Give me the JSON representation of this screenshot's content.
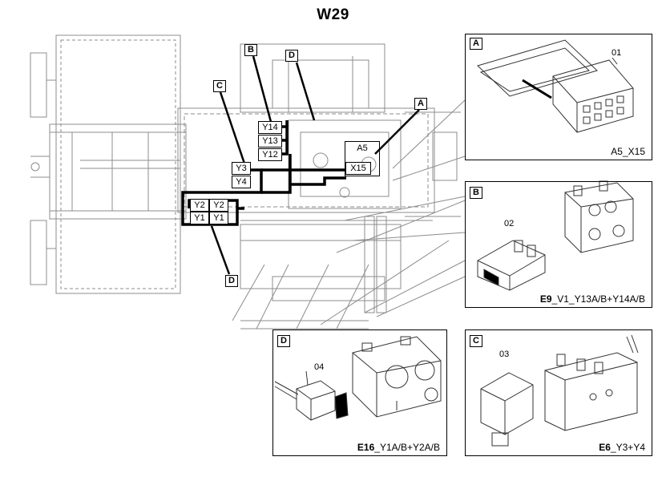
{
  "title": "W29",
  "callouts": {
    "A": "A",
    "B": "B",
    "C": "C",
    "D": "D"
  },
  "connectors": {
    "y14": "Y14",
    "y13": "Y13",
    "y12": "Y12",
    "y3": "Y3",
    "y4": "Y4",
    "y2a": "Y2",
    "y2b": "Y2",
    "y1a": "Y1",
    "y1b": "Y1",
    "a5": "A5",
    "x15": "X15"
  },
  "panels": {
    "A": {
      "letter": "A",
      "part": "01",
      "code_bold": "",
      "code": "A5_X15"
    },
    "B": {
      "letter": "B",
      "part": "02",
      "code_bold": "E9",
      "code": "_V1_Y13A/B+Y14A/B"
    },
    "C": {
      "letter": "C",
      "part": "03",
      "code_bold": "E6",
      "code": "_Y3+Y4"
    },
    "D": {
      "letter": "D",
      "part": "04",
      "code_bold": "E16",
      "code": "_Y1A/B+Y2A/B"
    }
  }
}
